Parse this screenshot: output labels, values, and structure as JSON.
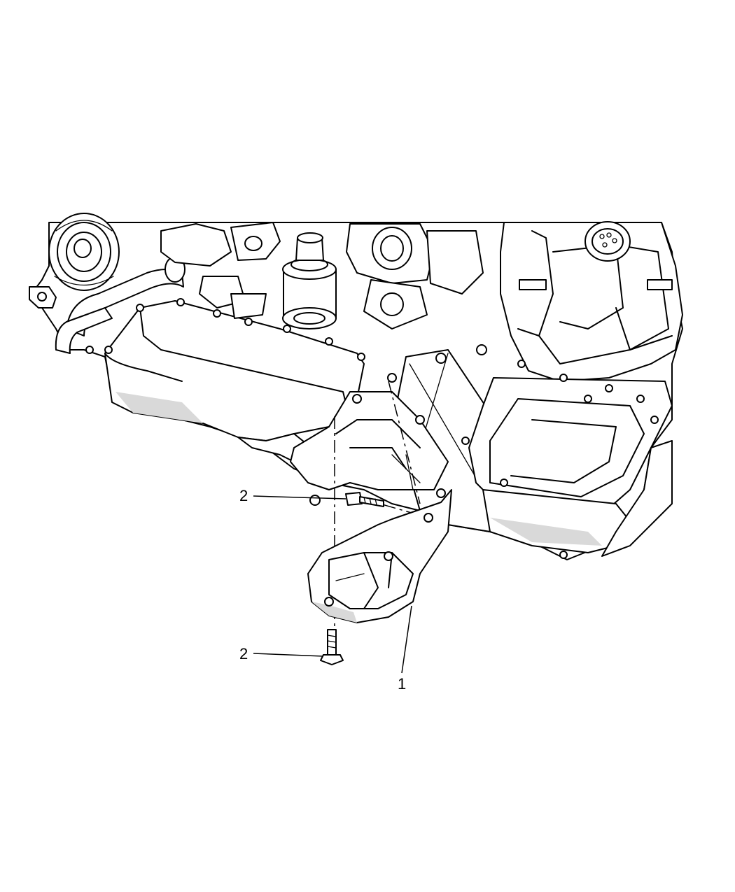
{
  "callouts": [
    {
      "id": "c1",
      "number": "1"
    },
    {
      "id": "c2a",
      "number": "2"
    },
    {
      "id": "c2b",
      "number": "2"
    }
  ]
}
